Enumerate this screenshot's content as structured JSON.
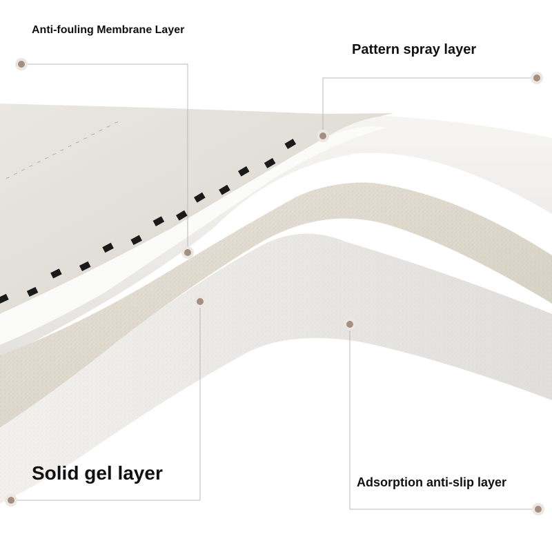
{
  "labels": {
    "membrane": "Anti-fouling Membrane Layer",
    "pattern": "Pattern spray layer",
    "solid_gel": "Solid gel layer",
    "adsorption": "Adsorption anti-slip layer"
  },
  "colors": {
    "background": "#ffffff",
    "top_surface": "#e6e3dc",
    "checker": "#1a1a1a",
    "white_layer": "#f3f2ef",
    "gel_layer": "#ddd7cc",
    "bottom_layer": "#efeeec",
    "callout_line": "#b8b8b8",
    "marker_dot": "#a48f80"
  }
}
